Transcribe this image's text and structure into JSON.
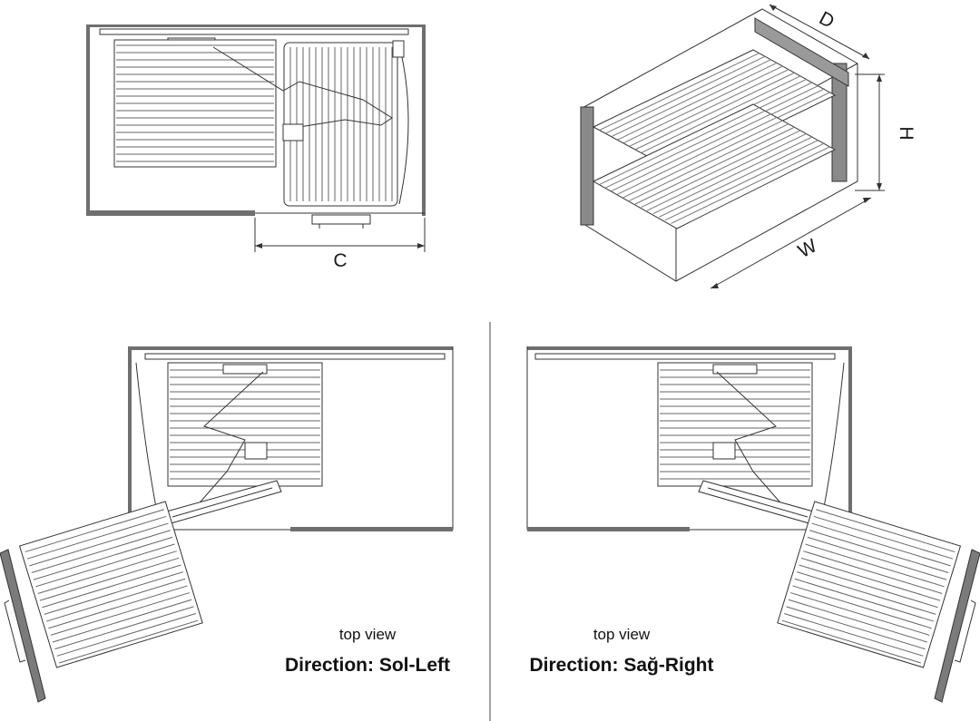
{
  "dimensions": {
    "c_label": "C",
    "d_label": "D",
    "h_label": "H",
    "w_label": "W"
  },
  "left_view": {
    "subtitle": "top view",
    "title": "Direction: Sol-Left"
  },
  "right_view": {
    "subtitle": "top view",
    "title": "Direction: Sağ-Right"
  },
  "colors": {
    "line": "#333333",
    "panel_fill": "#7b7b7b",
    "background": "#ffffff"
  }
}
